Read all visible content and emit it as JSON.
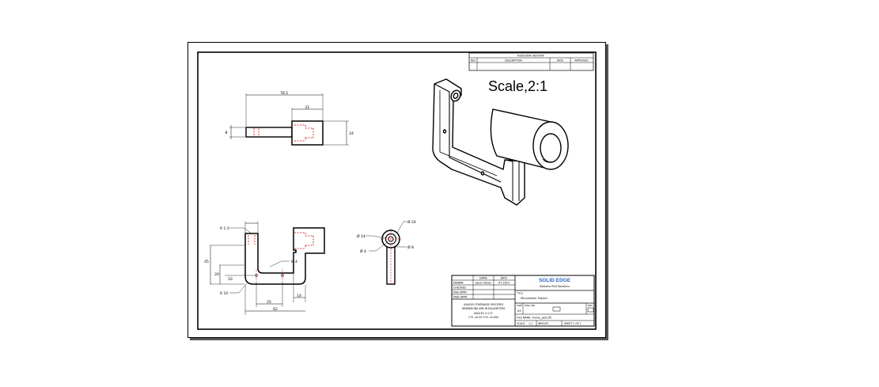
{
  "sheet": {
    "scale_note": "Scale,2:1",
    "revision_history": {
      "title": "REVISION HISTORY",
      "columns": [
        "REV",
        "DESCRIPTION",
        "DATE",
        "APPROVED"
      ]
    },
    "dims": {
      "top_total": "78.5",
      "top_block": "33",
      "top_left_h": "8",
      "top_right_h": "24",
      "front_r15": "R 1.5",
      "front_h45": "45",
      "front_h20": "20",
      "front_h10": "10",
      "front_r10": "R 10",
      "front_w14": "14",
      "front_w25": "25",
      "front_w62": "62",
      "front_dia4": "Ø 4",
      "side_dia24": "Ø 24",
      "side_dia14": "Ø 14",
      "side_dia4": "Ø 4",
      "side_dia8": "Ø 8"
    },
    "title_block": {
      "col_name": "NAME",
      "col_date": "DATE",
      "rows": [
        {
          "label": "DRAWN",
          "name": "Jason Vaney",
          "date": "07-2014"
        },
        {
          "label": "CHECKED",
          "name": "",
          "date": ""
        },
        {
          "label": "ENG APPR",
          "name": "",
          "date": ""
        },
        {
          "label": "MGR APPR",
          "name": "",
          "date": ""
        }
      ],
      "notes": [
        "UNLESS OTHERWISE SPECIFIED",
        "DIMENSIONS ARE IN MILLIMETERS",
        "ANGLES ± 0.5°",
        "2 PL ±0.00  3 PL ±0.000"
      ],
      "brand": "SOLID EDGE",
      "brand_sub": "Siemens PLM Solutions",
      "title_label": "TITLE",
      "project": "Micrometer Project",
      "size_label": "SIZE",
      "size_value": "A3",
      "dwgno_label": "DWG NO",
      "rev_label": "REV",
      "file_name": "FILE NAME: Frame_part.dft",
      "scale_label": "SCALE:",
      "scale_value": "1:1",
      "weight_label": "WEIGHT:",
      "sheet_text": "SHEET 1 OF 1"
    }
  }
}
